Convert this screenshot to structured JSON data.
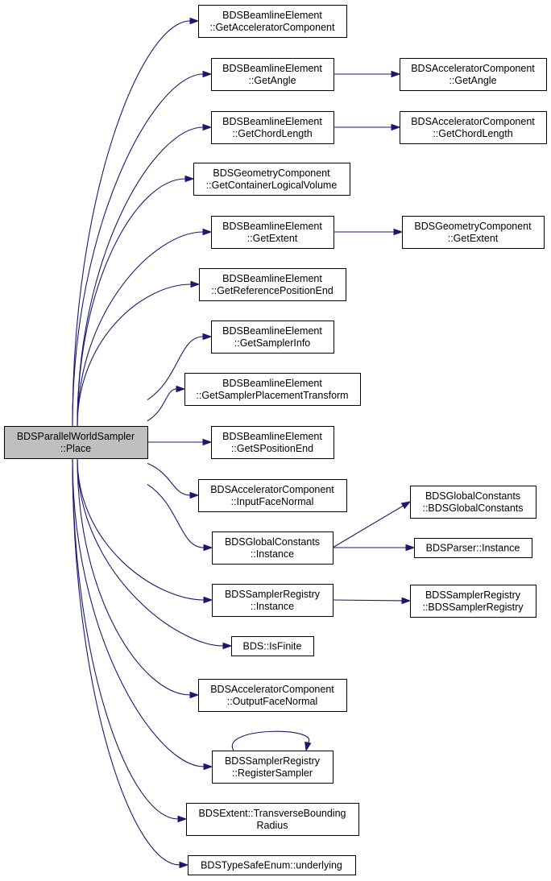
{
  "diagram": {
    "nodes": [
      {
        "id": "root",
        "lines": [
          "BDSParallelWorldSampler",
          "::Place"
        ],
        "highlighted": true
      },
      {
        "id": "n1",
        "lines": [
          "BDSBeamlineElement",
          "::GetAcceleratorComponent"
        ]
      },
      {
        "id": "n2",
        "lines": [
          "BDSBeamlineElement",
          "::GetAngle"
        ]
      },
      {
        "id": "n3",
        "lines": [
          "BDSBeamlineElement",
          "::GetChordLength"
        ]
      },
      {
        "id": "n4",
        "lines": [
          "BDSGeometryComponent",
          "::GetContainerLogicalVolume"
        ]
      },
      {
        "id": "n5",
        "lines": [
          "BDSBeamlineElement",
          "::GetExtent"
        ]
      },
      {
        "id": "n6",
        "lines": [
          "BDSBeamlineElement",
          "::GetReferencePositionEnd"
        ]
      },
      {
        "id": "n7",
        "lines": [
          "BDSBeamlineElement",
          "::GetSamplerInfo"
        ]
      },
      {
        "id": "n8",
        "lines": [
          "BDSBeamlineElement",
          "::GetSamplerPlacementTransform"
        ]
      },
      {
        "id": "n9",
        "lines": [
          "BDSBeamlineElement",
          "::GetSPositionEnd"
        ]
      },
      {
        "id": "n10",
        "lines": [
          "BDSAcceleratorComponent",
          "::InputFaceNormal"
        ]
      },
      {
        "id": "n11",
        "lines": [
          "BDSGlobalConstants",
          "::Instance"
        ]
      },
      {
        "id": "n12",
        "lines": [
          "BDSSamplerRegistry",
          "::Instance"
        ]
      },
      {
        "id": "n13",
        "lines": [
          "BDS::IsFinite"
        ]
      },
      {
        "id": "n14",
        "lines": [
          "BDSAcceleratorComponent",
          "::OutputFaceNormal"
        ]
      },
      {
        "id": "n15",
        "lines": [
          "BDSSamplerRegistry",
          "::RegisterSampler"
        ]
      },
      {
        "id": "n16",
        "lines": [
          "BDSExtent::TransverseBounding",
          "Radius"
        ]
      },
      {
        "id": "n17",
        "lines": [
          "BDSTypeSafeEnum::underlying"
        ]
      },
      {
        "id": "n18",
        "lines": [
          "BDSAcceleratorComponent",
          "::GetAngle"
        ]
      },
      {
        "id": "n19",
        "lines": [
          "BDSAcceleratorComponent",
          "::GetChordLength"
        ]
      },
      {
        "id": "n20",
        "lines": [
          "BDSGeometryComponent",
          "::GetExtent"
        ]
      },
      {
        "id": "n21",
        "lines": [
          "BDSGlobalConstants",
          "::BDSGlobalConstants"
        ]
      },
      {
        "id": "n22",
        "lines": [
          "BDSParser::Instance"
        ]
      },
      {
        "id": "n23",
        "lines": [
          "BDSSamplerRegistry",
          "::BDSSamplerRegistry"
        ]
      }
    ],
    "edges": [
      {
        "from": "root",
        "to": "n1"
      },
      {
        "from": "root",
        "to": "n2"
      },
      {
        "from": "root",
        "to": "n3"
      },
      {
        "from": "root",
        "to": "n4"
      },
      {
        "from": "root",
        "to": "n5"
      },
      {
        "from": "root",
        "to": "n6"
      },
      {
        "from": "root",
        "to": "n7"
      },
      {
        "from": "root",
        "to": "n8"
      },
      {
        "from": "root",
        "to": "n9"
      },
      {
        "from": "root",
        "to": "n10"
      },
      {
        "from": "root",
        "to": "n11"
      },
      {
        "from": "root",
        "to": "n12"
      },
      {
        "from": "root",
        "to": "n13"
      },
      {
        "from": "root",
        "to": "n14"
      },
      {
        "from": "root",
        "to": "n15"
      },
      {
        "from": "root",
        "to": "n16"
      },
      {
        "from": "root",
        "to": "n17"
      },
      {
        "from": "n2",
        "to": "n18"
      },
      {
        "from": "n3",
        "to": "n19"
      },
      {
        "from": "n5",
        "to": "n20"
      },
      {
        "from": "n11",
        "to": "n21"
      },
      {
        "from": "n11",
        "to": "n22"
      },
      {
        "from": "n12",
        "to": "n23"
      },
      {
        "from": "n15",
        "to": "n15"
      }
    ],
    "colors": {
      "edge": "#191970",
      "root_fill": "#bfbfbf",
      "node_fill": "#ffffff",
      "border": "#000000"
    }
  }
}
